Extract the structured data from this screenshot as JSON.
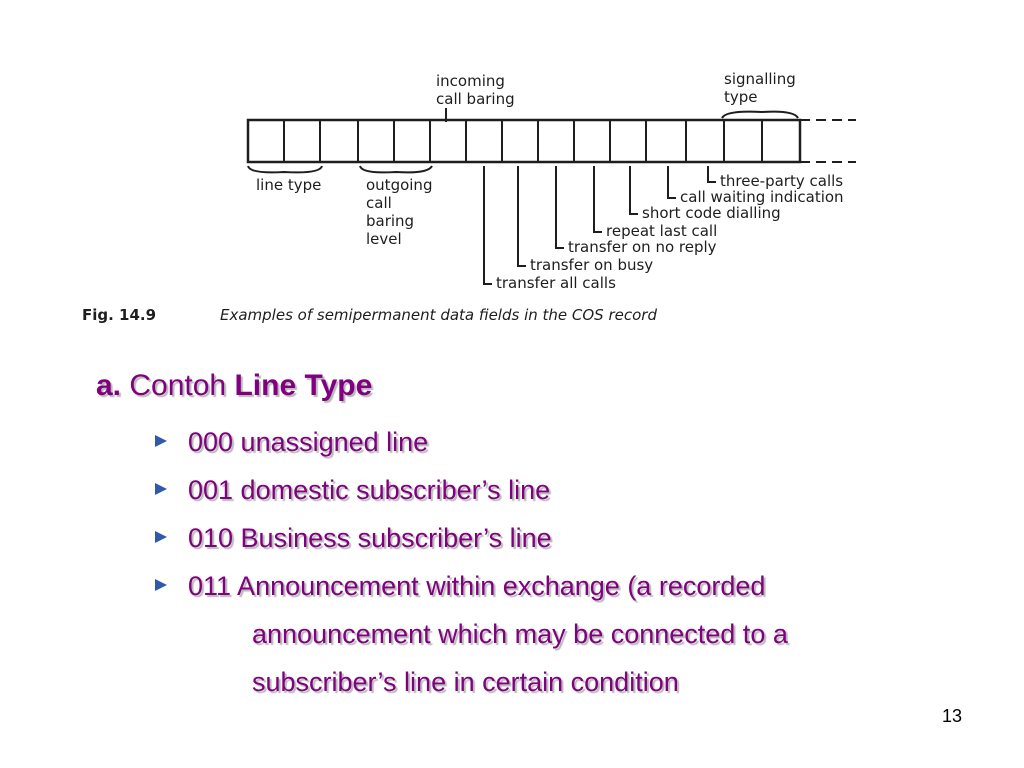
{
  "figure": {
    "labels": {
      "incoming_call_baring_1": "incoming",
      "incoming_call_baring_2": "call baring",
      "signalling_type_1": "signalling",
      "signalling_type_2": "type",
      "line_type": "line type",
      "outgoing_1": "outgoing",
      "outgoing_2": "call",
      "outgoing_3": "baring",
      "outgoing_4": "level"
    },
    "fields": [
      "three-party calls",
      "call waiting indication",
      "short code dialling",
      "repeat last call",
      "transfer on no reply",
      "transfer on busy",
      "transfer all calls"
    ],
    "caption_number": "Fig. 14.9",
    "caption_text": "Examples of semipermanent data fields in the COS record"
  },
  "heading": {
    "prefix": "a.",
    "word": "Contoh",
    "emphasis": "Line Type"
  },
  "bullets": [
    {
      "text": "000 unassigned line"
    },
    {
      "text": "001 domestic subscriber’s line"
    },
    {
      "text": "010 Business subscriber’s line"
    },
    {
      "text": "011 Announcement within exchange (a recorded"
    }
  ],
  "continuation": [
    "announcement which may be connected to a",
    "subscriber’s line in certain condition"
  ],
  "page_number": "13",
  "colors": {
    "text": "#800080",
    "bullet": "#2e5aa8",
    "shadow": "#b9b9b9"
  }
}
